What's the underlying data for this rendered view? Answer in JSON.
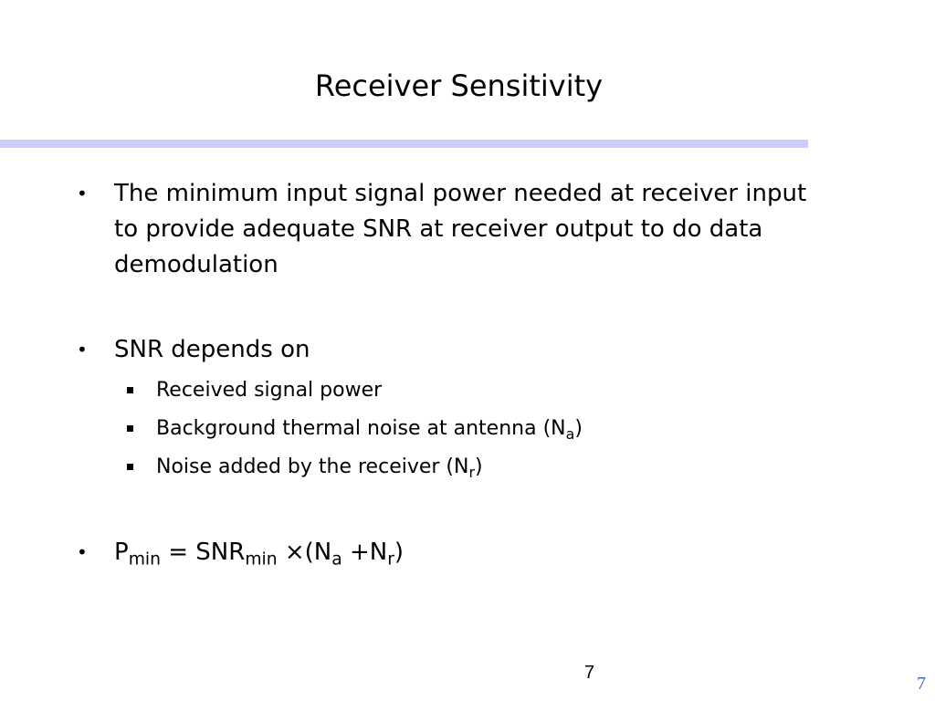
{
  "slide": {
    "title": "Receiver Sensitivity",
    "accent_color": "#ccccff",
    "bullets": [
      {
        "marker": "•",
        "lines": [
          "The minimum input signal power needed at receiver input",
          "to provide adequate SNR at receiver output to do data",
          "demodulation"
        ]
      },
      {
        "marker": "•",
        "text": "SNR depends on",
        "sub_items": [
          {
            "text": "Received signal power"
          },
          {
            "text": "Background thermal noise at antenna (N",
            "subscript": "a",
            "suffix": ")"
          },
          {
            "text": "Noise added by the receiver (N",
            "subscript": "r",
            "suffix": ")"
          }
        ]
      },
      {
        "marker": "•",
        "formula": {
          "p": "P",
          "p_sub": "min",
          "eq": " = SNR",
          "snr_sub": "min",
          "mid": " ×(N",
          "na_sub": "a",
          "plus": " +N",
          "nr_sub": "r",
          "close": ")"
        }
      }
    ]
  },
  "footer": {
    "page_number": "7",
    "corner_page_number": "7",
    "corner_color": "#3366cc"
  }
}
